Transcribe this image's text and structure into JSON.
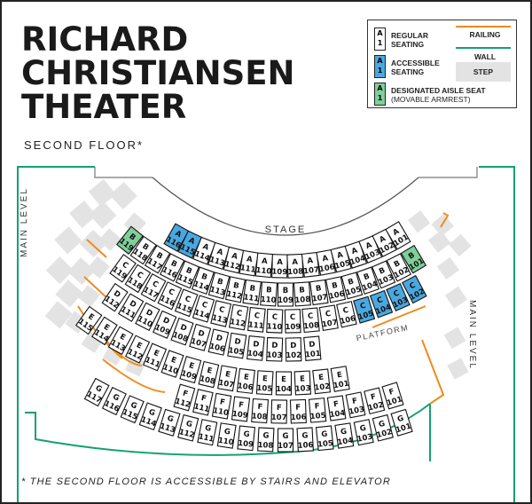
{
  "header": {
    "title_lines": [
      "RICHARD",
      "CHRISTIANSEN",
      "THEATER"
    ],
    "subtitle": "SECOND FLOOR*"
  },
  "legend": {
    "seat_sample_row": "A",
    "seat_sample_num": "1",
    "regular": [
      "REGULAR",
      "SEATING"
    ],
    "accessible": [
      "ACCESSIBLE",
      "SEATING"
    ],
    "aisle": [
      "DESIGNATED AISLE SEAT",
      "(MOVABLE ARMREST)"
    ],
    "railing": "RAILING",
    "wall": "WALL",
    "step": "STEP"
  },
  "labels": {
    "stage": "STAGE",
    "platform": "PLATFORM",
    "main_level_left": "MAIN LEVEL",
    "main_level_right": "MAIN LEVEL"
  },
  "footnote": "* THE SECOND FLOOR IS ACCESSIBLE BY STAIRS AND ELEVATOR",
  "colors": {
    "regular": "#ffffff",
    "accessible": "#4aa8e0",
    "aisle": "#7fcf9b",
    "railing": "#f08a1c",
    "wall": "#12a173",
    "step": "#e3e3e3",
    "stage_line": "#555555"
  },
  "rows": [
    {
      "row": "A",
      "seats": [
        {
          "n": "116",
          "type": "accessible"
        },
        {
          "n": "115",
          "type": "accessible"
        },
        {
          "n": "114",
          "type": "regular"
        },
        {
          "n": "113",
          "type": "regular"
        },
        {
          "n": "112",
          "type": "regular"
        },
        {
          "n": "111",
          "type": "regular"
        },
        {
          "n": "110",
          "type": "regular"
        },
        {
          "n": "109",
          "type": "regular"
        },
        {
          "n": "108",
          "type": "regular"
        },
        {
          "n": "107",
          "type": "regular"
        },
        {
          "n": "106",
          "type": "regular"
        },
        {
          "n": "105",
          "type": "regular"
        },
        {
          "n": "104",
          "type": "regular"
        },
        {
          "n": "103",
          "type": "regular"
        },
        {
          "n": "102",
          "type": "regular"
        },
        {
          "n": "101",
          "type": "regular"
        }
      ]
    },
    {
      "row": "B",
      "seats": [
        {
          "n": "119",
          "type": "aisle"
        },
        {
          "n": "118",
          "type": "regular"
        },
        {
          "n": "117",
          "type": "regular"
        },
        {
          "n": "116",
          "type": "regular"
        },
        {
          "n": "115",
          "type": "regular"
        },
        {
          "n": "114",
          "type": "regular"
        },
        {
          "n": "113",
          "type": "regular"
        },
        {
          "n": "112",
          "type": "regular"
        },
        {
          "n": "111",
          "type": "regular"
        },
        {
          "n": "110",
          "type": "regular"
        },
        {
          "n": "109",
          "type": "regular"
        },
        {
          "n": "108",
          "type": "regular"
        },
        {
          "n": "107",
          "type": "regular"
        },
        {
          "n": "106",
          "type": "regular"
        },
        {
          "n": "105",
          "type": "regular"
        },
        {
          "n": "104",
          "type": "regular"
        },
        {
          "n": "103",
          "type": "regular"
        },
        {
          "n": "102",
          "type": "regular"
        },
        {
          "n": "101",
          "type": "aisle"
        }
      ]
    },
    {
      "row": "C",
      "seats": [
        {
          "n": "119",
          "type": "regular"
        },
        {
          "n": "118",
          "type": "regular"
        },
        {
          "n": "117",
          "type": "regular"
        },
        {
          "n": "116",
          "type": "regular"
        },
        {
          "n": "115",
          "type": "regular"
        },
        {
          "n": "114",
          "type": "regular"
        },
        {
          "n": "113",
          "type": "regular"
        },
        {
          "n": "112",
          "type": "regular"
        },
        {
          "n": "111",
          "type": "regular"
        },
        {
          "n": "110",
          "type": "regular"
        },
        {
          "n": "109",
          "type": "regular"
        },
        {
          "n": "108",
          "type": "regular"
        },
        {
          "n": "107",
          "type": "regular"
        },
        {
          "n": "106",
          "type": "regular"
        },
        {
          "n": "105",
          "type": "accessible"
        },
        {
          "n": "104",
          "type": "accessible"
        },
        {
          "n": "103",
          "type": "accessible"
        },
        {
          "n": "102",
          "type": "accessible"
        }
      ]
    },
    {
      "row": "D",
      "seats": [
        {
          "n": "112",
          "type": "regular"
        },
        {
          "n": "111",
          "type": "regular"
        },
        {
          "n": "110",
          "type": "regular"
        },
        {
          "n": "109",
          "type": "regular"
        },
        {
          "n": "108",
          "type": "regular"
        },
        {
          "n": "107",
          "type": "regular"
        },
        {
          "n": "106",
          "type": "regular"
        },
        {
          "n": "105",
          "type": "regular"
        },
        {
          "n": "104",
          "type": "regular"
        },
        {
          "n": "103",
          "type": "regular"
        },
        {
          "n": "102",
          "type": "regular"
        },
        {
          "n": "101",
          "type": "regular"
        }
      ]
    },
    {
      "row": "E",
      "seats": [
        {
          "n": "115",
          "type": "regular"
        },
        {
          "n": "114",
          "type": "regular"
        },
        {
          "n": "113",
          "type": "regular"
        },
        {
          "n": "112",
          "type": "regular"
        },
        {
          "n": "111",
          "type": "regular"
        },
        {
          "n": "110",
          "type": "regular"
        },
        {
          "n": "109",
          "type": "regular"
        },
        {
          "n": "108",
          "type": "regular"
        },
        {
          "n": "107",
          "type": "regular"
        },
        {
          "n": "106",
          "type": "regular"
        },
        {
          "n": "105",
          "type": "regular"
        },
        {
          "n": "104",
          "type": "regular"
        },
        {
          "n": "103",
          "type": "regular"
        },
        {
          "n": "102",
          "type": "regular"
        },
        {
          "n": "101",
          "type": "regular"
        }
      ]
    },
    {
      "row": "F",
      "seats": [
        {
          "n": "112",
          "type": "regular"
        },
        {
          "n": "111",
          "type": "regular"
        },
        {
          "n": "110",
          "type": "regular"
        },
        {
          "n": "109",
          "type": "regular"
        },
        {
          "n": "108",
          "type": "regular"
        },
        {
          "n": "107",
          "type": "regular"
        },
        {
          "n": "106",
          "type": "regular"
        },
        {
          "n": "105",
          "type": "regular"
        },
        {
          "n": "104",
          "type": "regular"
        },
        {
          "n": "103",
          "type": "regular"
        },
        {
          "n": "102",
          "type": "regular"
        },
        {
          "n": "101",
          "type": "regular"
        }
      ]
    },
    {
      "row": "G",
      "seats": [
        {
          "n": "117",
          "type": "regular"
        },
        {
          "n": "116",
          "type": "regular"
        },
        {
          "n": "115",
          "type": "regular"
        },
        {
          "n": "114",
          "type": "regular"
        },
        {
          "n": "113",
          "type": "regular"
        },
        {
          "n": "112",
          "type": "regular"
        },
        {
          "n": "111",
          "type": "regular"
        },
        {
          "n": "110",
          "type": "regular"
        },
        {
          "n": "109",
          "type": "regular"
        },
        {
          "n": "108",
          "type": "regular"
        },
        {
          "n": "107",
          "type": "regular"
        },
        {
          "n": "106",
          "type": "regular"
        },
        {
          "n": "105",
          "type": "regular"
        },
        {
          "n": "104",
          "type": "regular"
        },
        {
          "n": "103",
          "type": "regular"
        },
        {
          "n": "102",
          "type": "regular"
        },
        {
          "n": "101",
          "type": "regular"
        }
      ]
    }
  ]
}
